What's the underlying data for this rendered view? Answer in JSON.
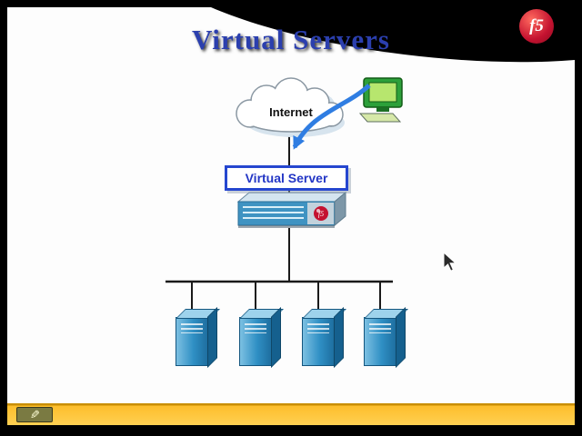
{
  "slide": {
    "title": "Virtual Servers",
    "labels": {
      "internet": "Internet",
      "virtual_server": "Virtual Server"
    },
    "logo": {
      "text": "f5"
    },
    "diagram": {
      "server_count": 4
    },
    "icons": {
      "annotation_pen_glyph": "✎"
    },
    "colors": {
      "title_blue": "#2b3fae",
      "box_border_blue": "#2546cf",
      "box_text_blue": "#2336c5",
      "arrow_blue": "#2f7de2",
      "tower_front": "#2f8fc4",
      "tower_side": "#15608e",
      "tower_top": "#9ed3ec",
      "bottom_bar_yellow": "#fdbe2c",
      "logo_red": "#c41230",
      "line_black": "#1a1a1a"
    }
  }
}
